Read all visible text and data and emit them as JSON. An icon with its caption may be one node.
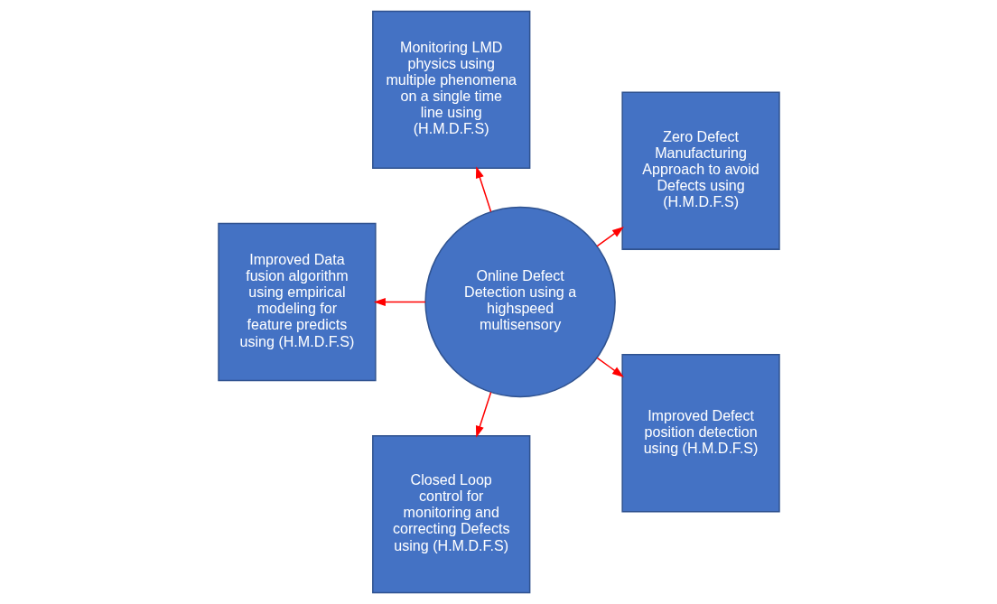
{
  "diagram": {
    "nodes": [
      {
        "text": [
          "Zero Defect Manufacturing Approach to avoid Defects using (H.M.D.F.S)"
        ]
      },
      {
        "text": [
          "Monitoring LMD physics using multiple phenomena on a single time line using (H.M.D.F.S)"
        ]
      },
      {
        "text": [
          "Improved Data fusion algorithm using empirical modeling for feature predicts using (H.M.D.F.S)"
        ]
      },
      {
        "text": [
          "Closed Loop control for monitoring and correcting Defects using (H.M.D.F.S)"
        ]
      },
      {
        "text": [
          "Online Defect Detection using a highspeed multisensory"
        ]
      },
      {
        "text": [
          "Improved Defect position detection using (H.M.D.F.S)"
        ]
      }
    ],
    "edges": [
      {
        "from": 4,
        "to": 0,
        "arrow": "to"
      },
      {
        "from": 4,
        "to": 1,
        "arrow": "to"
      },
      {
        "from": 4,
        "to": 2,
        "arrow": "to"
      },
      {
        "from": 4,
        "to": 3,
        "arrow": "to"
      },
      {
        "from": 4,
        "to": 5,
        "arrow": "to"
      }
    ]
  }
}
